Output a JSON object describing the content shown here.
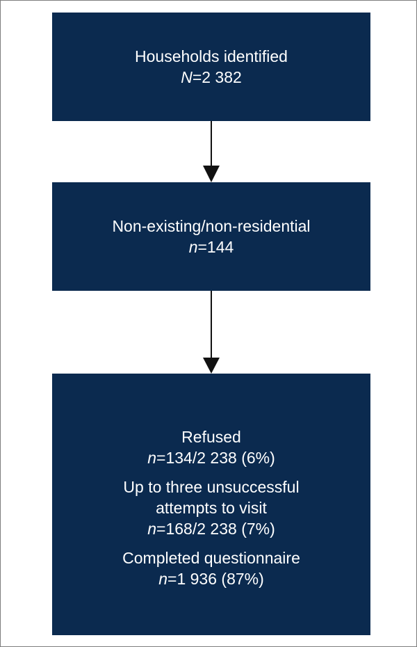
{
  "colors": {
    "box_fill": "#0b2a4f",
    "box_text": "#ffffff",
    "arrow": "#111111",
    "frame_border": "#7d7d7d"
  },
  "boxes": {
    "households": {
      "title": "Households identified",
      "count_var": "N",
      "count_value": "=2 382"
    },
    "non_existing": {
      "title": "Non-existing/non-residential",
      "count_var": "n",
      "count_value": "=144"
    },
    "outcomes": {
      "refused": {
        "title": "Refused",
        "count_var": "n",
        "count_value": "=134/2 238 (6%)"
      },
      "unsuccessful": {
        "title_line1": "Up to three unsuccessful",
        "title_line2": "attempts to visit",
        "count_var": "n",
        "count_value": "=168/2 238 (7%)"
      },
      "completed": {
        "title": "Completed questionnaire",
        "count_var": "n",
        "count_value": "=1 936 (87%)"
      }
    }
  }
}
